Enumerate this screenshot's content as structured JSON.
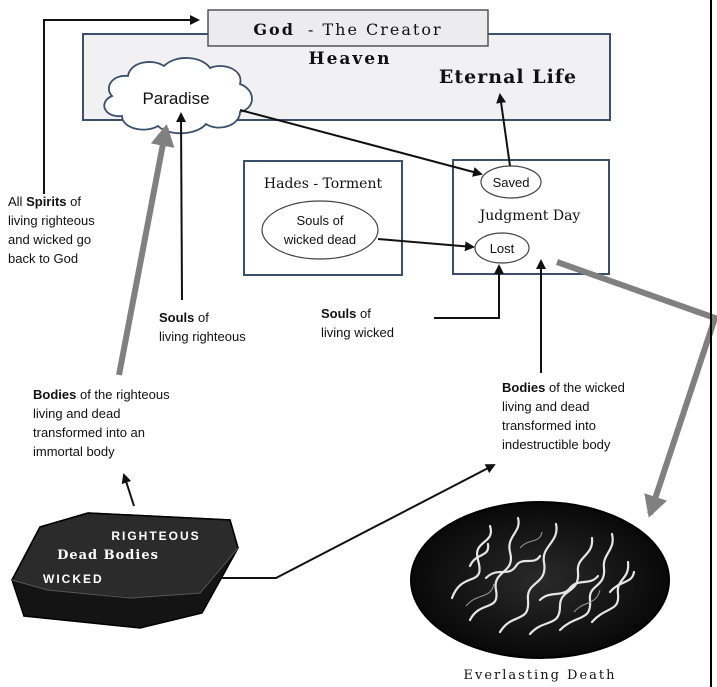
{
  "top": {
    "god_label": "God",
    "creator_label": "- The Creator"
  },
  "heaven": {
    "title": "Heaven",
    "eternal_life": "Eternal Life"
  },
  "paradise": {
    "label": "Paradise"
  },
  "hades": {
    "title": "Hades - Torment",
    "souls_line1": "Souls of",
    "souls_line2": "wicked dead"
  },
  "judgment": {
    "saved": "Saved",
    "title": "Judgment Day",
    "lost": "Lost"
  },
  "spirits_note": {
    "line1_bold": "All",
    "line1_bold2": "Spirits",
    "line1_rest": "of",
    "line2": "living righteous",
    "line3": "and wicked go",
    "line4": "back to God"
  },
  "souls_righteous": {
    "bold": "Souls",
    "rest": "of",
    "line2": "living righteous"
  },
  "souls_wicked": {
    "bold": "Souls",
    "rest": "of",
    "line2": "living wicked"
  },
  "bodies_righteous": {
    "bold": "Bodies",
    "rest": "of the righteous",
    "line2": "living and dead",
    "line3": "transformed into an",
    "line4": "immortal body"
  },
  "bodies_wicked": {
    "bold": "Bodies",
    "rest": "of the wicked",
    "line2": "living and dead",
    "line3": "transformed into",
    "line4": "indestructible body"
  },
  "coffin": {
    "righteous": "RIGHTEOUS",
    "dead_bodies": "Dead Bodies",
    "wicked": "WICKED"
  },
  "death": {
    "label": "Everlasting Death"
  },
  "colors": {
    "box_fill": "#f1f1f3",
    "box_stroke": "#3b4f6b",
    "gray_arrow": "#808080",
    "coffin_fill": "#2b2b2b"
  }
}
